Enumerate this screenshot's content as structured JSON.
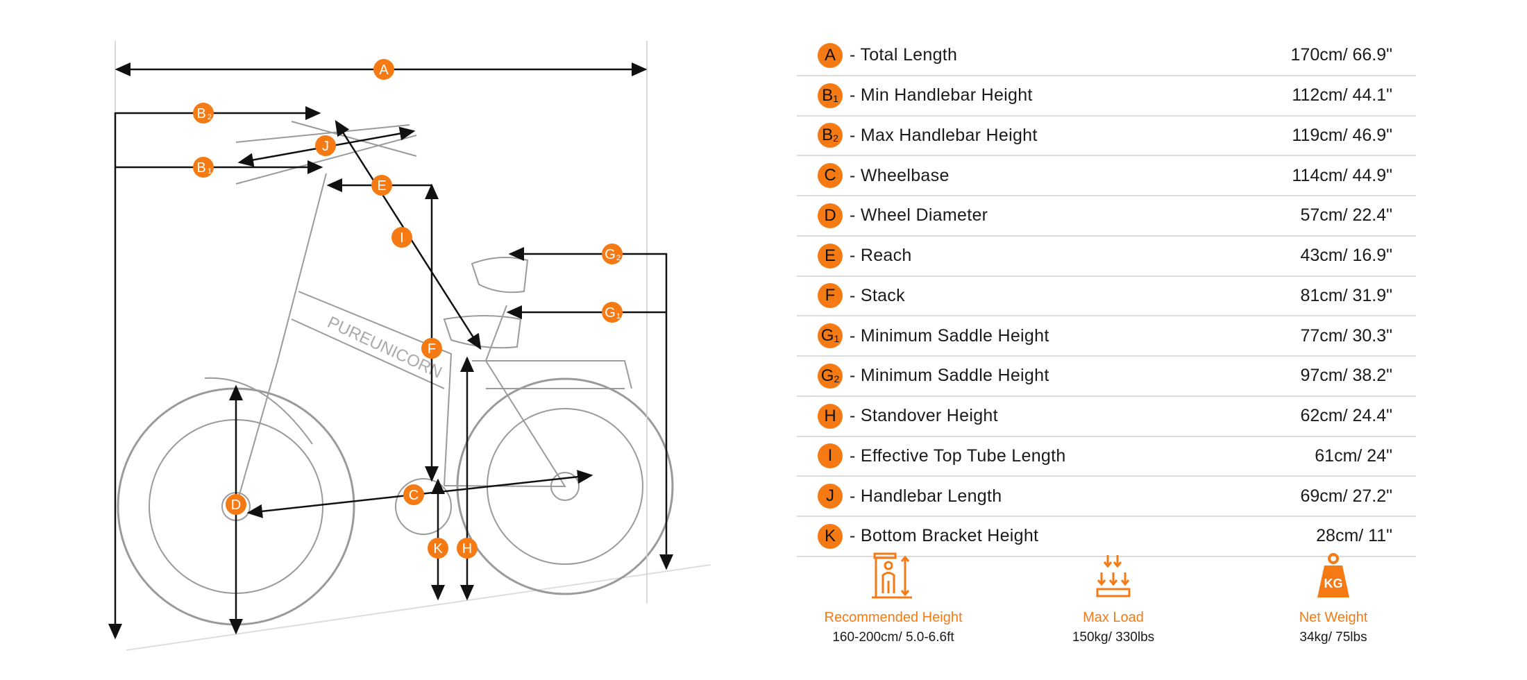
{
  "colors": {
    "accent": "#f57a14"
  },
  "diagram": {
    "labels": {
      "A": "A",
      "B1": "B",
      "B2": "B",
      "J": "J",
      "E": "E",
      "I": "I",
      "F": "F",
      "G1": "G",
      "G2": "G",
      "D": "D",
      "C": "C",
      "K": "K",
      "H": "H"
    },
    "brand_text": "PUREUNICORN"
  },
  "specs": [
    {
      "key": "A",
      "sub": "",
      "label": "- Total Length",
      "value": "170cm/ 66.9\""
    },
    {
      "key": "B",
      "sub": "1",
      "label": "- Min Handlebar Height",
      "value": "112cm/ 44.1\""
    },
    {
      "key": "B",
      "sub": "2",
      "label": "- Max Handlebar Height",
      "value": "119cm/ 46.9\""
    },
    {
      "key": "C",
      "sub": "",
      "label": "- Wheelbase",
      "value": "114cm/ 44.9\""
    },
    {
      "key": "D",
      "sub": "",
      "label": "- Wheel Diameter",
      "value": "57cm/ 22.4\""
    },
    {
      "key": "E",
      "sub": "",
      "label": "- Reach",
      "value": "43cm/ 16.9\""
    },
    {
      "key": "F",
      "sub": "",
      "label": "- Stack",
      "value": "81cm/ 31.9\""
    },
    {
      "key": "G",
      "sub": "1",
      "label": "- Minimum Saddle Height",
      "value": "77cm/ 30.3\""
    },
    {
      "key": "G",
      "sub": "2",
      "label": "- Minimum Saddle Height",
      "value": "97cm/ 38.2\""
    },
    {
      "key": "H",
      "sub": "",
      "label": "- Standover Height",
      "value": "62cm/ 24.4\""
    },
    {
      "key": "I",
      "sub": "",
      "label": "- Effective Top Tube Length",
      "value": "61cm/ 24\""
    },
    {
      "key": "J",
      "sub": "",
      "label": "- Handlebar Length",
      "value": "69cm/ 27.2\""
    },
    {
      "key": "K",
      "sub": "",
      "label": "- Bottom Bracket Height",
      "value": "28cm/ 11\""
    }
  ],
  "features": [
    {
      "icon": "height-ruler-icon",
      "title": "Recommended Height",
      "value": "160-200cm/ 5.0-6.6ft"
    },
    {
      "icon": "max-load-icon",
      "title": "Max Load",
      "value": "150kg/ 330lbs"
    },
    {
      "icon": "weight-kg-icon",
      "title": "Net Weight",
      "value": "34kg/ 75lbs",
      "icon_text": "KG"
    }
  ]
}
